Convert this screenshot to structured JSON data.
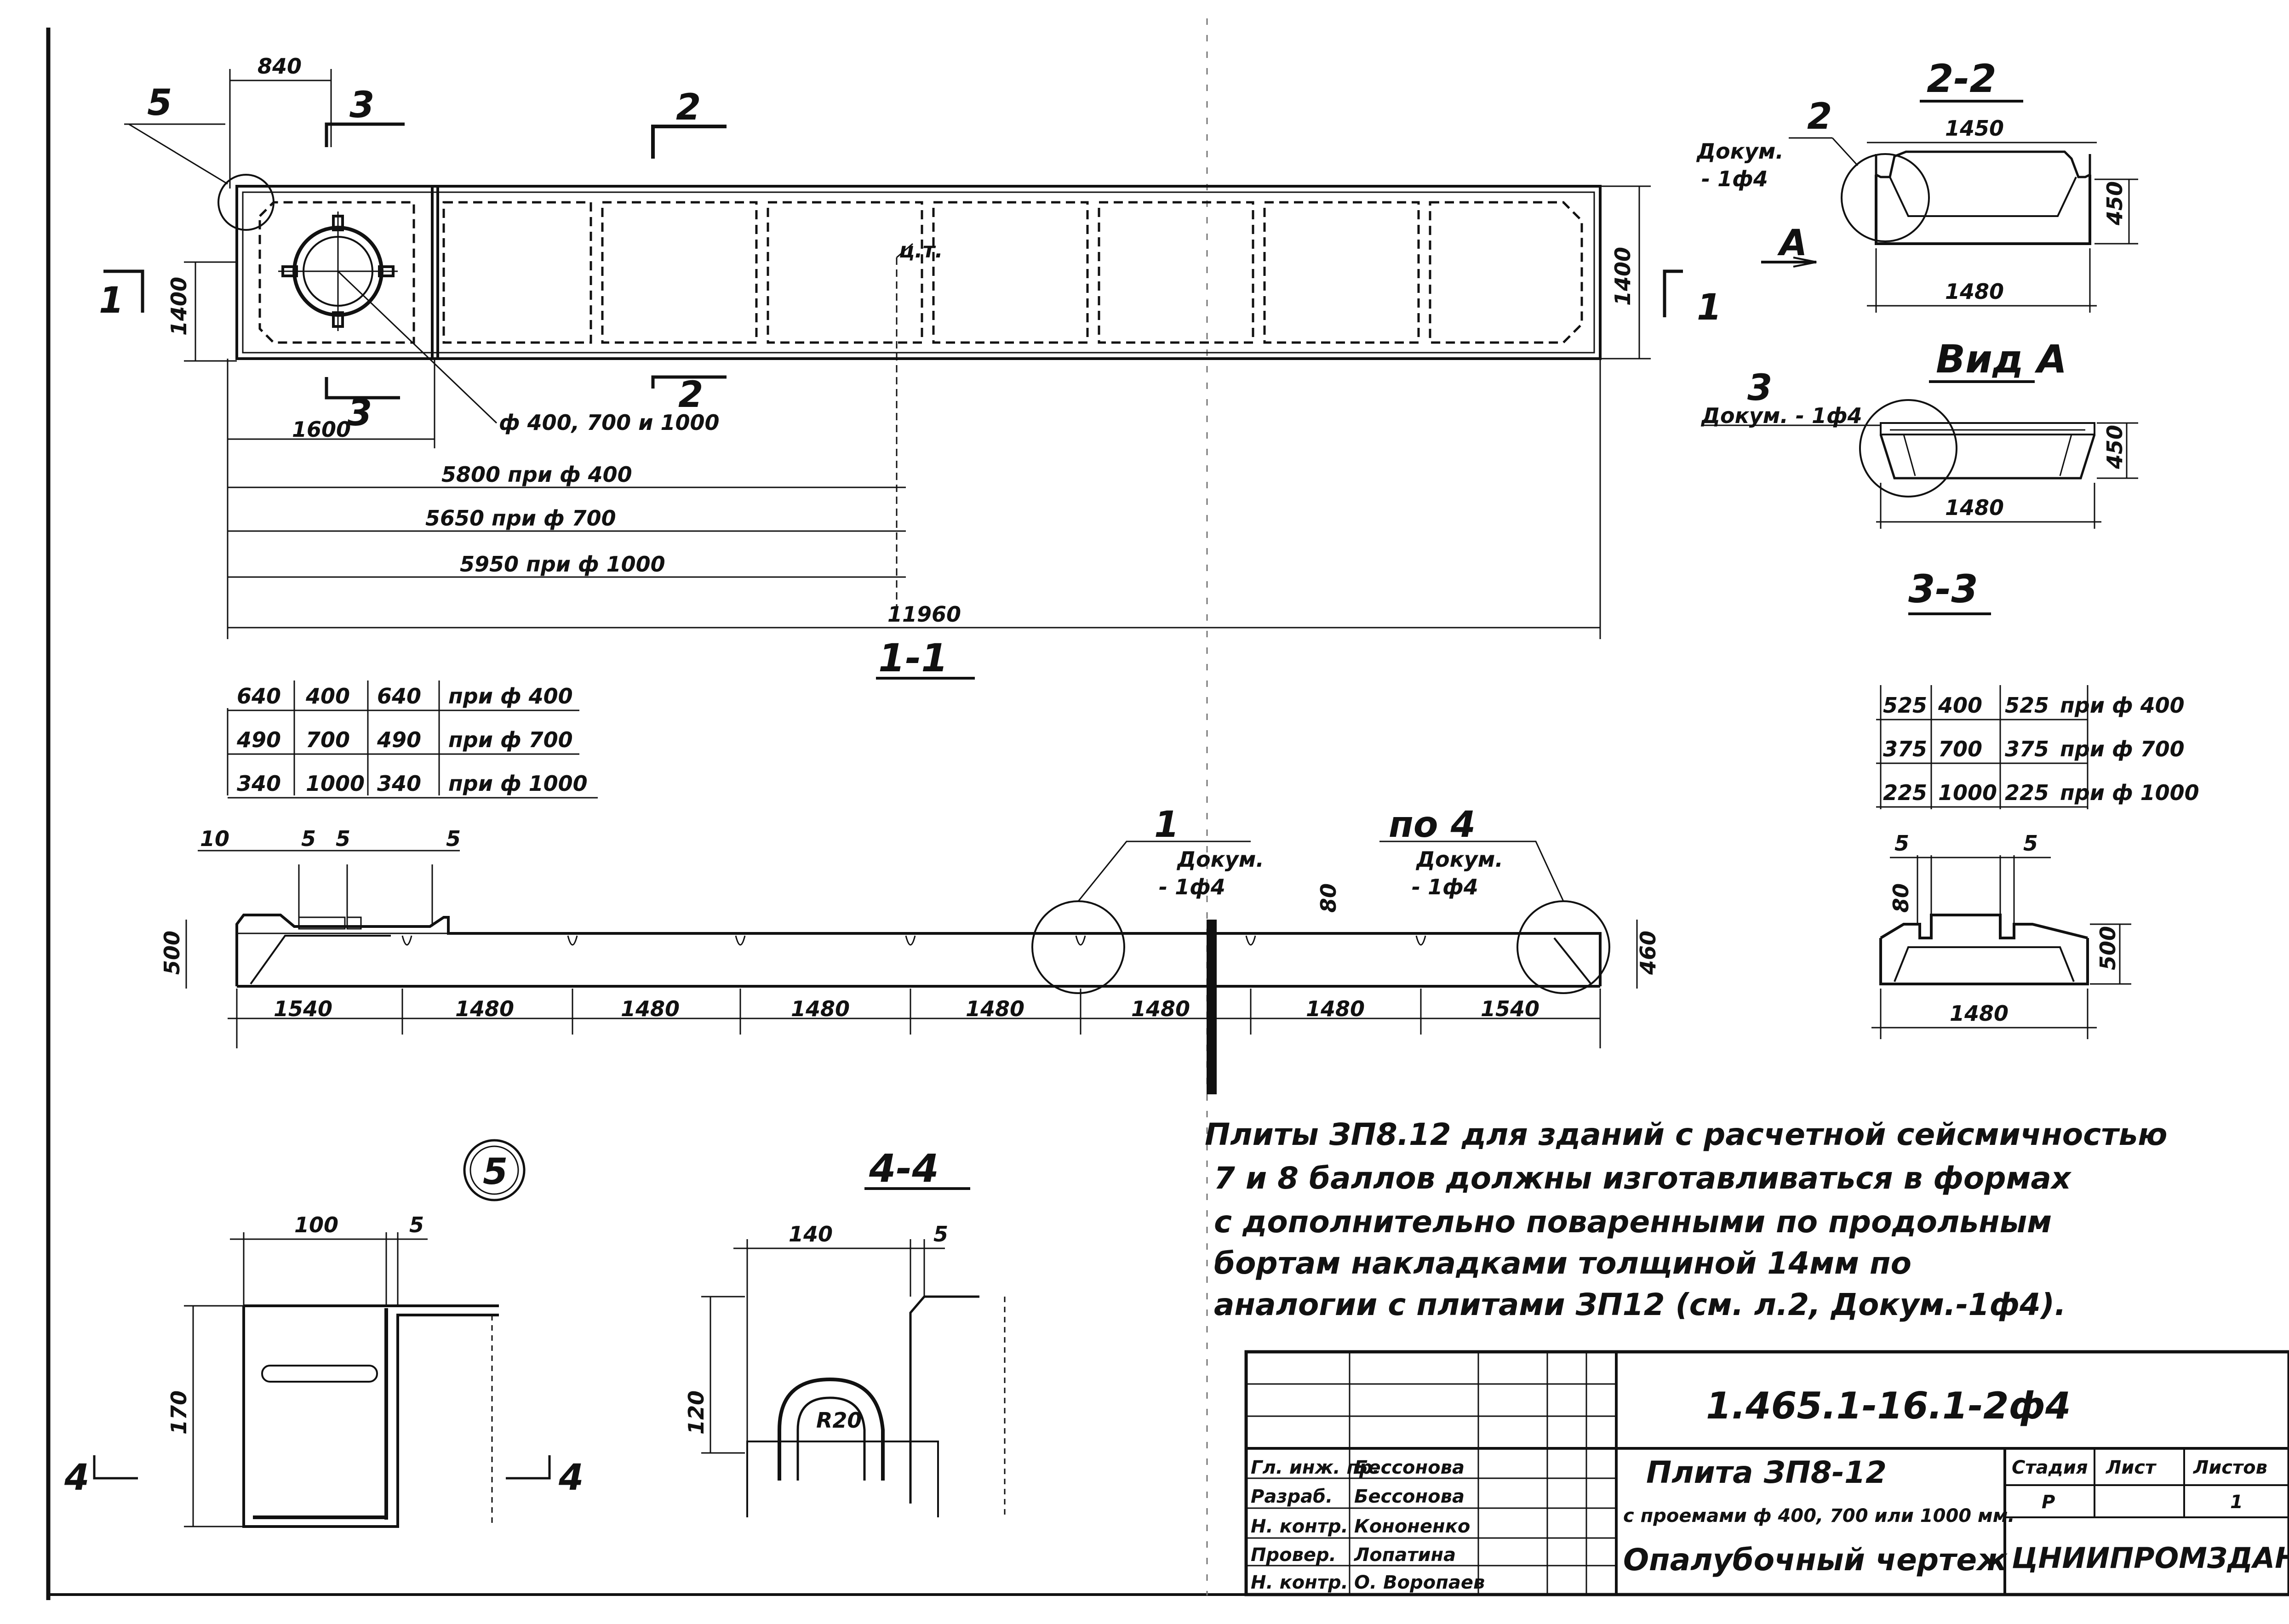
{
  "plan": {
    "dims": {
      "d840": "840",
      "d1600": "1600",
      "d1400_left": "1400",
      "d1400_right": "1400",
      "d5800": "5800  при ф 400",
      "d5650": "5650  при ф 700",
      "d5950": "5950  при ф 1000",
      "d11960": "11960"
    },
    "callouts": {
      "c5": "5",
      "c3_top": "3",
      "c3_bot": "3",
      "c2_top": "2",
      "c2_bot": "2",
      "c1_left": "1",
      "c1_right": "1",
      "hole": "ф 400, 700 и 1000",
      "ct": "ц.т."
    }
  },
  "section_1_1": {
    "title": "1-1",
    "table": [
      [
        "640",
        "400",
        "640",
        "при ф 400"
      ],
      [
        "490",
        "700",
        "490",
        "при ф 700"
      ],
      [
        "340",
        "1000",
        "340",
        "при ф 1000"
      ]
    ],
    "small_dims": {
      "d10": "10",
      "d5a": "5",
      "d5b": "5",
      "d5c": "5",
      "d500": "500",
      "d460": "460",
      "d80": "80"
    },
    "bottom": [
      "1540",
      "1480",
      "1480",
      "1480",
      "1480",
      "1480",
      "1480",
      "1540"
    ],
    "callout_1": {
      "num": "1",
      "doc": "Докум.",
      "sheet": "- 1ф4"
    },
    "callout_4": {
      "num": "по 4",
      "doc": "Докум.",
      "sheet": "- 1ф4"
    }
  },
  "section_2_2": {
    "title": "2-2",
    "top": "1450",
    "bottom": "1480",
    "height": "450",
    "callout": {
      "num": "2",
      "doc": "Докум.",
      "sheet": "- 1ф4"
    },
    "arrow": "А"
  },
  "view_a": {
    "title": "Вид А",
    "height": "450",
    "bottom": "1480",
    "callout": {
      "num": "3",
      "doc": "Докум. - 1ф4"
    }
  },
  "section_3_3": {
    "title": "3-3",
    "table": [
      [
        "525",
        "400",
        "525",
        "при ф 400"
      ],
      [
        "375",
        "700",
        "375",
        "при ф 700"
      ],
      [
        "225",
        "1000",
        "225",
        "при ф 1000"
      ]
    ],
    "d5a": "5",
    "d5b": "5",
    "d80": "80",
    "height": "500",
    "bottom": "1480"
  },
  "detail_5": {
    "label": "5",
    "w": "100",
    "gap": "5",
    "h": "170",
    "s1": "4",
    "s2": "4"
  },
  "section_4_4": {
    "title": "4-4",
    "w": "140",
    "gap": "5",
    "h": "120",
    "r": "R20"
  },
  "note": {
    "line1": "Плиты ЗП8.12  для зданий с расчетной сейсмичностью",
    "line2": "7 и 8 баллов должны изготавливаться в формах",
    "line3": "с дополнительно поваренными по продольным",
    "line4": "бортам накладками толщиной 14мм по",
    "line5": "аналогии с плитами ЗП12 (см. л.2, Докум.-1ф4)."
  },
  "title_block": {
    "code": "1.465.1-16.1-2ф4",
    "product": "Плита ЗП8-12",
    "product_sub": "с проемами ф 400, 700 или 1000 мм.",
    "sheet_type": "Опалубочный чертеж",
    "stage_h": "Стадия",
    "sheet_h": "Лист",
    "sheets_h": "Листов",
    "stage": "Р",
    "sheet": "",
    "sheets": "1",
    "org": "ЦНИИПРОМЗДАНИЙ",
    "roles": [
      "Гл. инж. пр.",
      "Разраб.",
      "Н. контр.",
      "Провер.",
      "Н. контр."
    ],
    "names": [
      "Бессонова",
      "Бессонова",
      "Кононенко",
      "Лопатина",
      "О. Воропаев"
    ]
  }
}
